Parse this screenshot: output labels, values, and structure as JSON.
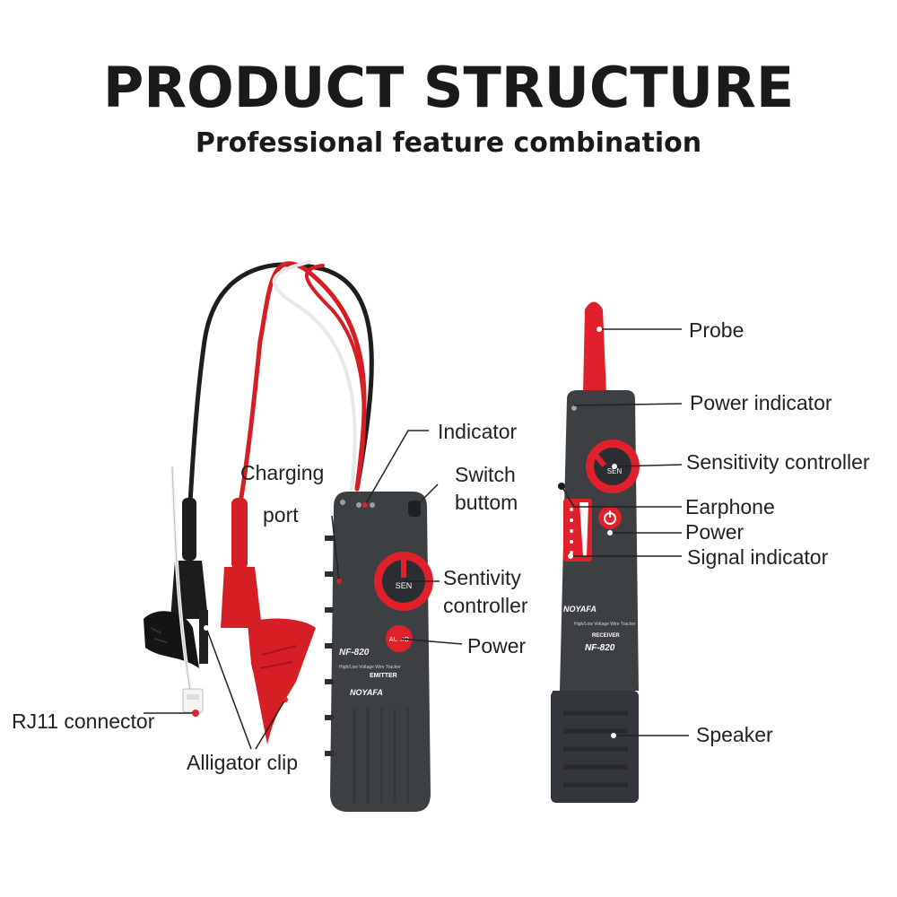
{
  "header": {
    "title": "PRODUCT STRUCTURE",
    "subtitle": "Professional feature combination"
  },
  "emitter": {
    "model": "NF-820",
    "brand": "NOYAFA",
    "type_label": "EMITTER",
    "description": "High/Low Voltage Wire Tracker",
    "knob_label": "SEN",
    "button_label": "AUDIO",
    "labels": {
      "indicator": "Indicator",
      "switch_line1": "Switch",
      "switch_line2": "buttom",
      "charging_line1": "Charging",
      "charging_line2": "port",
      "sensitivity_line1": "Sentivity",
      "sensitivity_line2": "controller",
      "power": "Power",
      "rj11": "RJ11 connector",
      "alligator": "Alligator clip"
    }
  },
  "receiver": {
    "model": "NF-820",
    "brand": "NOYAFA",
    "type_label": "RECEIVER",
    "description": "High/Low Voltage Wire Tracker",
    "knob_label": "SEN",
    "labels": {
      "probe": "Probe",
      "power_indicator": "Power indicator",
      "sensitivity": "Sensitivity controller",
      "earphone": "Earphone",
      "power": "Power",
      "signal_indicator": "Signal indicator",
      "speaker": "Speaker"
    }
  },
  "colors": {
    "device_body": "#3d4043",
    "accent_red": "#e0202a",
    "text": "#222222"
  }
}
